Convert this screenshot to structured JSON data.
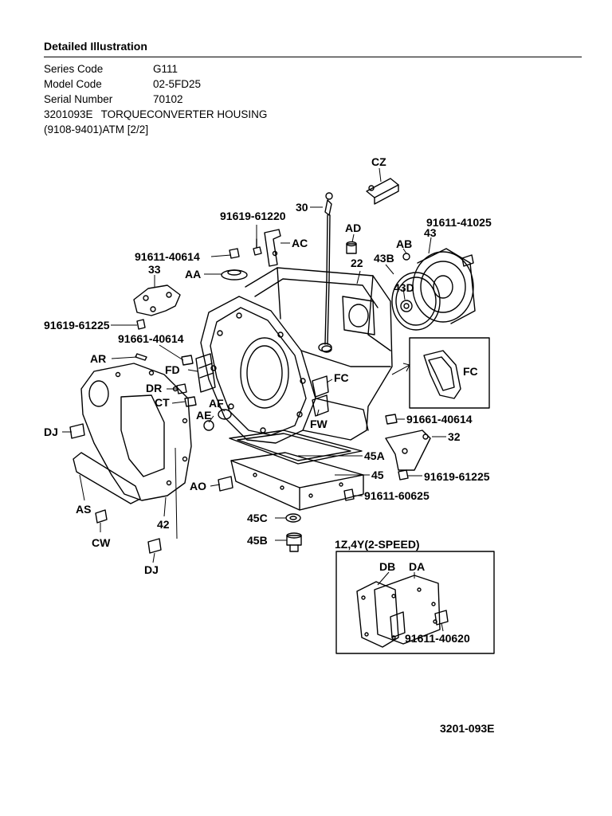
{
  "heading": "Detailed Illustration",
  "info": {
    "series_code_label": "Series Code",
    "series_code": "G111",
    "model_code_label": "Model Code",
    "model_code": "02-5FD25",
    "serial_number_label": "Serial Number",
    "serial_number": "70102",
    "part_group": "3201093E",
    "part_name": "TORQUECONVERTER HOUSING",
    "range_line": "(9108-9401)ATM [2/2]"
  },
  "labels": {
    "cz": "CZ",
    "n30": "30",
    "pn_91619_61220": "91619-61220",
    "ac": "AC",
    "ad": "AD",
    "pn_91611_41025": "91611-41025",
    "n43": "43",
    "ab": "AB",
    "pn_91611_40614_top": "91611-40614",
    "n33": "33",
    "aa": "AA",
    "n22": "22",
    "n43b": "43B",
    "n43d": "43D",
    "pn_91619_61225_left": "91619-61225",
    "pn_91661_40614_left": "91661-40614",
    "ar": "AR",
    "fd": "FD",
    "dr": "DR",
    "ct": "CT",
    "af": "AF",
    "ae": "AE",
    "fc_main": "FC",
    "fc_inset": "FC",
    "fw": "FW",
    "pn_91661_40614_right": "91661-40614",
    "dj_left": "DJ",
    "n32": "32",
    "n45a": "45A",
    "ao": "AO",
    "n45": "45",
    "pn_91619_61225_right": "91619-61225",
    "pn_91611_60625": "91611-60625",
    "as": "AS",
    "n42": "42",
    "cw": "CW",
    "n45c": "45C",
    "n45b": "45B",
    "dj_bottom": "DJ",
    "speed_variant": "1Z,4Y(2-SPEED)",
    "db": "DB",
    "da": "DA",
    "pn_91611_40620": "91611-40620"
  },
  "figure_number": "3201-093E"
}
